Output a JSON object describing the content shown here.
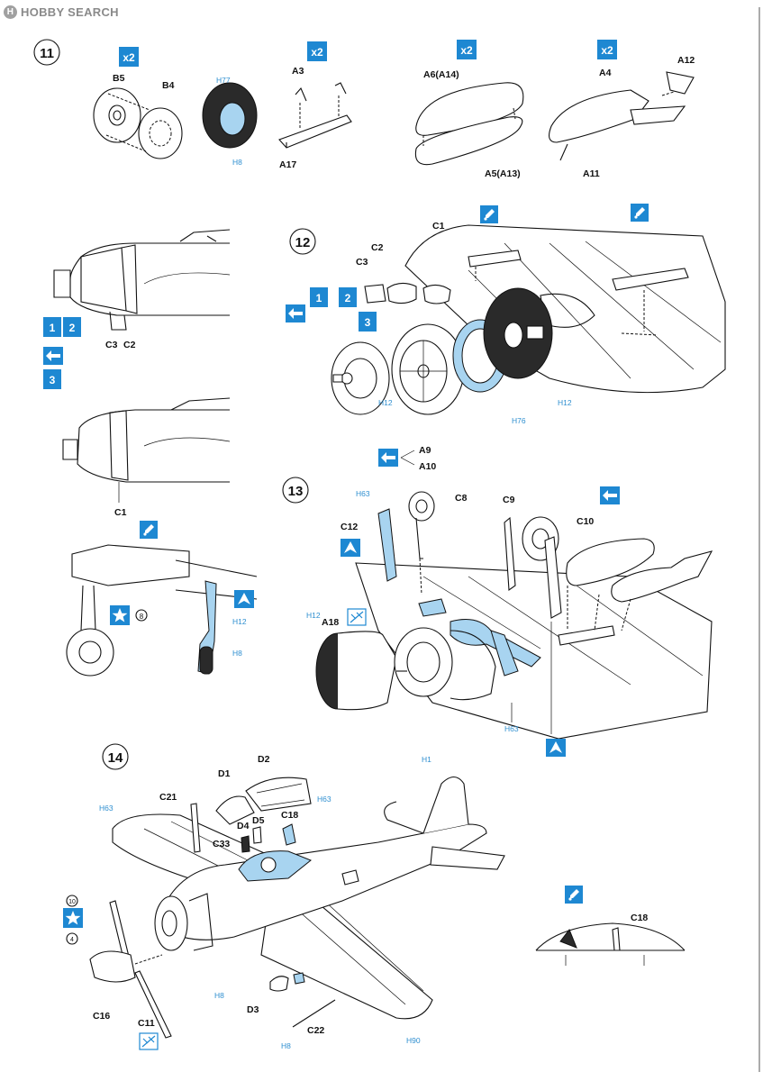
{
  "watermark": "HOBBY SEARCH",
  "steps": {
    "s11": {
      "number": "11",
      "multipliers": [
        "x2",
        "x2",
        "x2",
        "x2"
      ],
      "parts": [
        "B5",
        "B4",
        "A3",
        "A17",
        "A6(A14)",
        "A5(A13)",
        "A4",
        "A12",
        "A11"
      ],
      "colors": [
        "H77",
        "H8"
      ]
    },
    "s12": {
      "number": "12",
      "parts": [
        "C1",
        "C2",
        "C3",
        "C3",
        "C2",
        "C1",
        "A9",
        "A10"
      ],
      "colors": [
        "H12",
        "H76",
        "H12"
      ],
      "choices": [
        "1",
        "2",
        "3"
      ]
    },
    "s13": {
      "number": "13",
      "parts": [
        "C12",
        "C8",
        "C9",
        "C10",
        "A18"
      ],
      "colors": [
        "H63",
        "H12",
        "H63",
        "H12",
        "H8"
      ],
      "decal": "8"
    },
    "s14": {
      "number": "14",
      "parts": [
        "D2",
        "D1",
        "C21",
        "D4",
        "D5",
        "C18",
        "C33",
        "D3",
        "C16",
        "C11",
        "C22",
        "C18"
      ],
      "colors": [
        "H1",
        "H63",
        "H63",
        "H8",
        "H8",
        "H90"
      ],
      "decals": [
        "10",
        "4"
      ]
    }
  }
}
